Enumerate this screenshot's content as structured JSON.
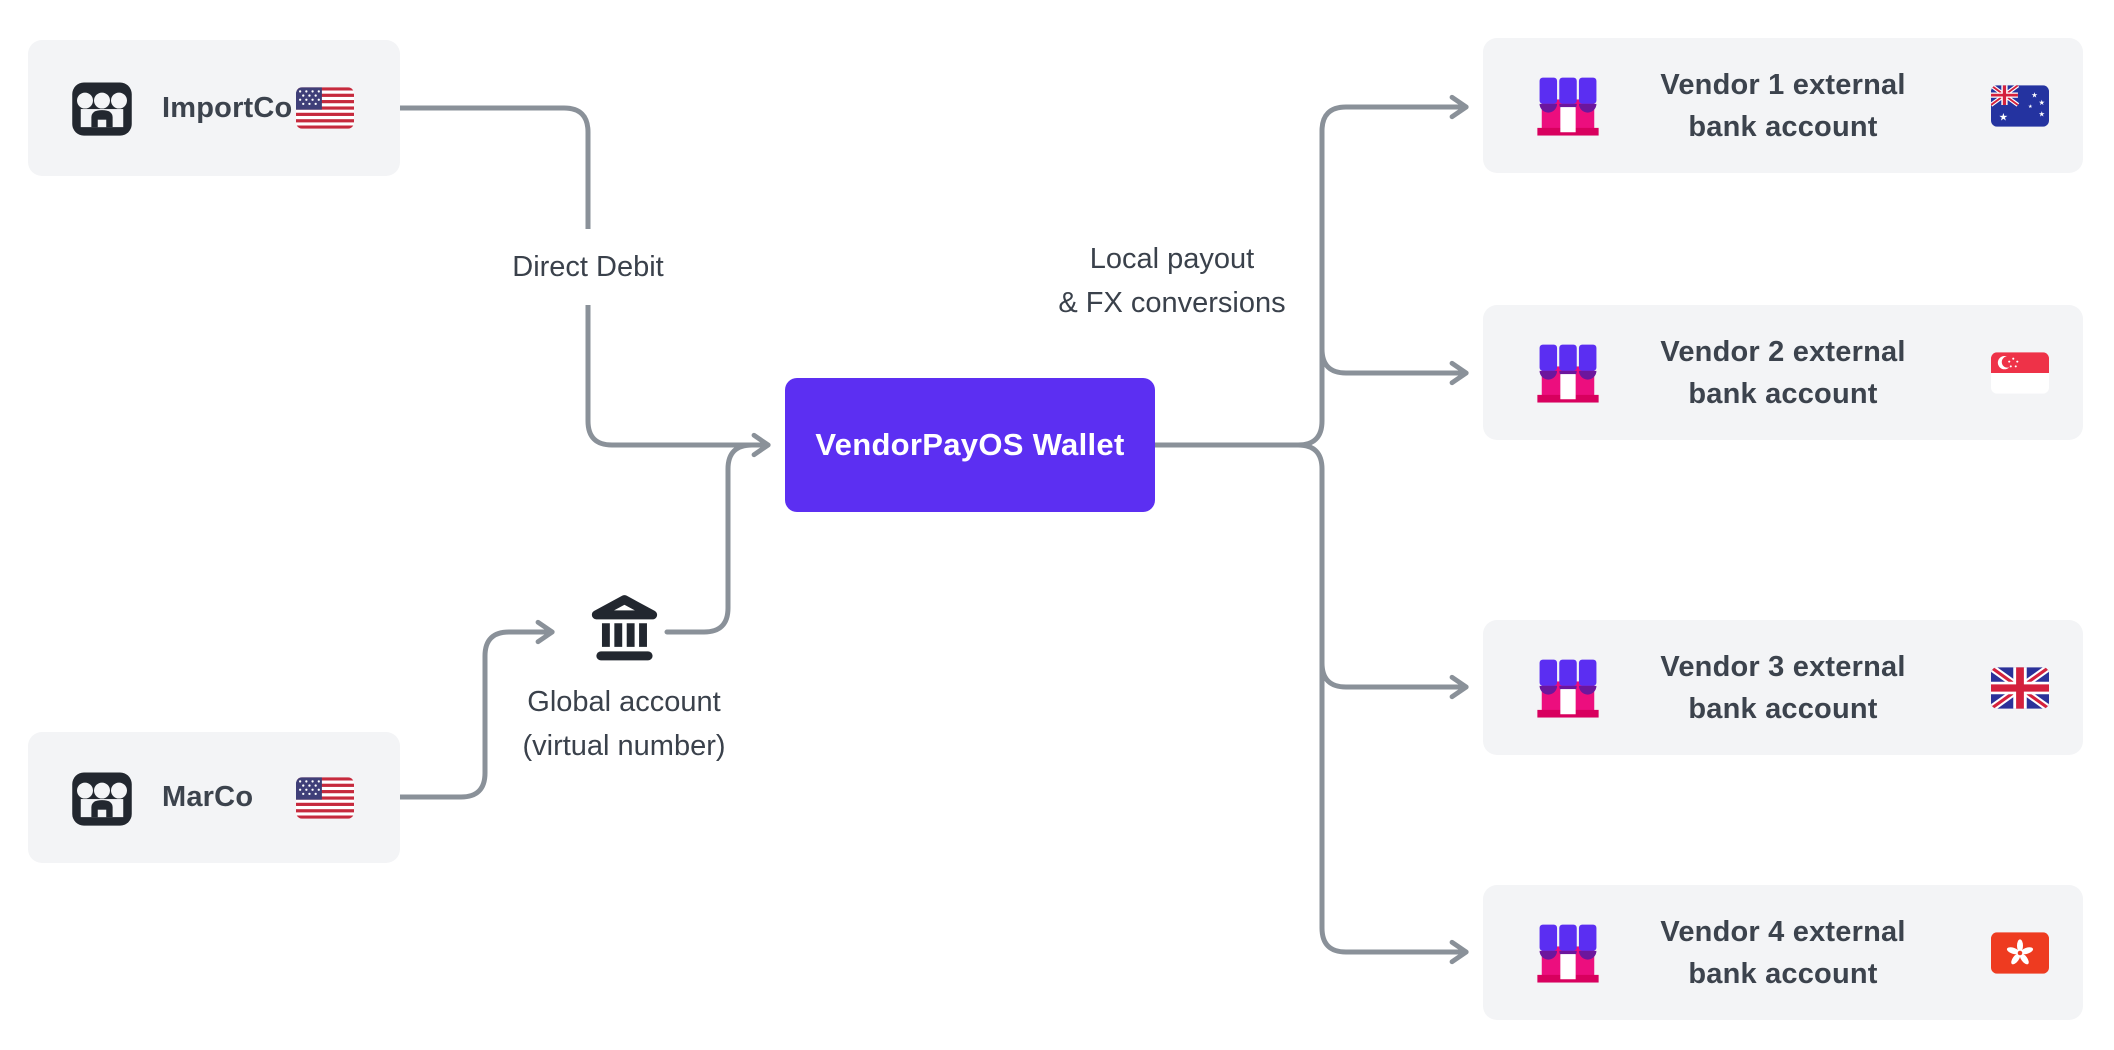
{
  "diagram": {
    "payers": [
      {
        "name": "ImportCo",
        "flag": "us",
        "flag_label": "United States"
      },
      {
        "name": "MarCo",
        "flag": "us",
        "flag_label": "United States"
      }
    ],
    "wallet": {
      "label": "VendorPayOS Wallet"
    },
    "labels": {
      "direct_debit": "Direct Debit",
      "local_payout_1": "Local payout",
      "local_payout_2": "& FX conversions",
      "global_account_1": "Global account",
      "global_account_2": "(virtual number)"
    },
    "vendors": [
      {
        "line1": "Vendor 1 external",
        "line2": "bank account",
        "flag": "au",
        "flag_label": "Australia"
      },
      {
        "line1": "Vendor 2 external",
        "line2": "bank account",
        "flag": "sg",
        "flag_label": "Singapore"
      },
      {
        "line1": "Vendor 3 external",
        "line2": "bank account",
        "flag": "gb",
        "flag_label": "United Kingdom"
      },
      {
        "line1": "Vendor 4 external",
        "line2": "bank account",
        "flag": "hk",
        "flag_label": "Hong Kong"
      }
    ],
    "icons": [
      "storefront-icon",
      "bank-icon",
      "vendor-storefront-icon",
      "flag-us-icon",
      "flag-australia-icon",
      "flag-singapore-icon",
      "flag-uk-icon",
      "flag-hongkong-icon"
    ],
    "colors": {
      "wallet_bg": "#5C2FF2",
      "card_bg": "#F3F4F6",
      "connector": "#8A9199",
      "text": "#3C434D",
      "dark_icon": "#22272F",
      "vendor_body": "#EC0E7E",
      "vendor_base": "#D8005E",
      "vendor_awning": "#5B2EF2",
      "vendor_scallop": "#6C169D"
    }
  }
}
